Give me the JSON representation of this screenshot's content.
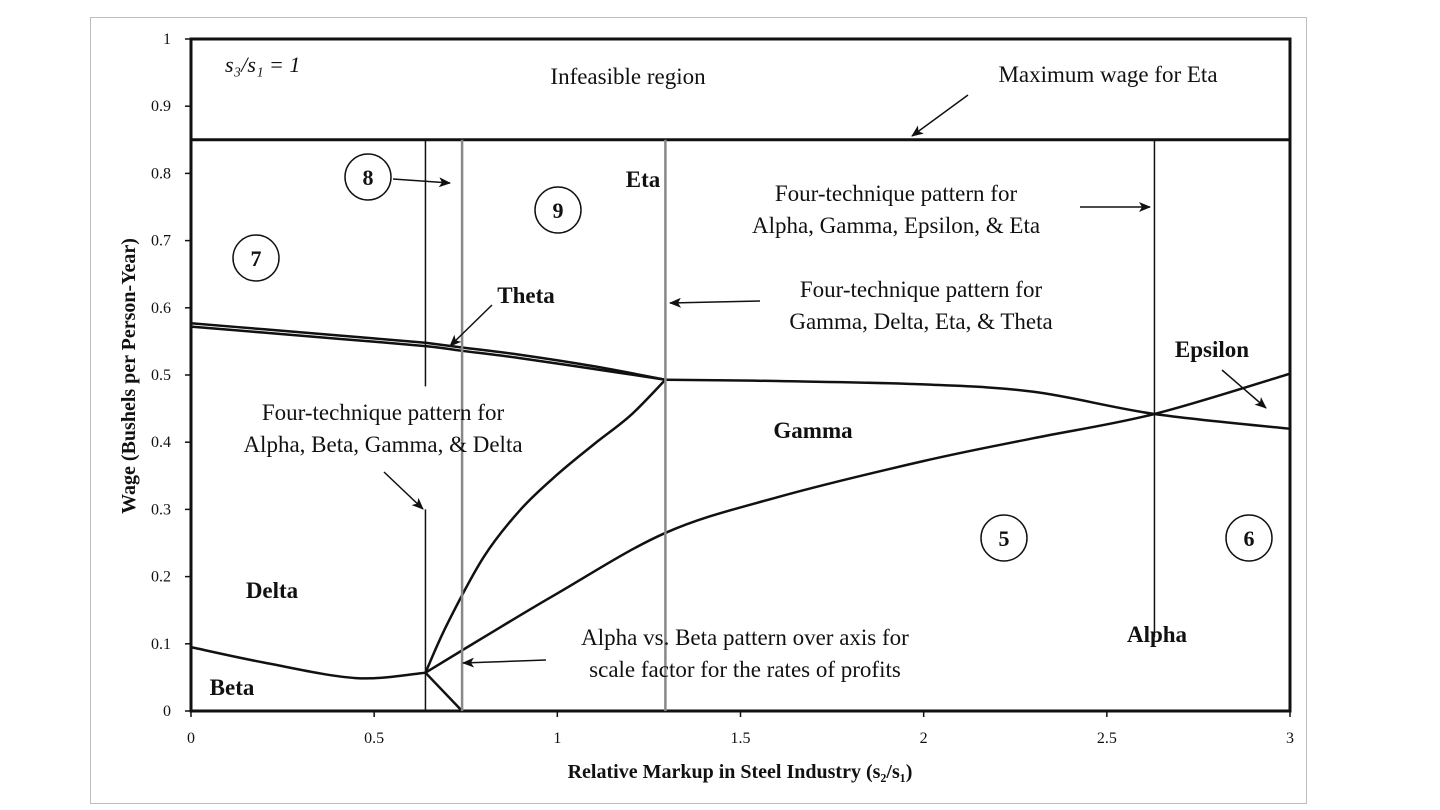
{
  "chart_data": {
    "type": "line",
    "title": "",
    "xlabel": "Relative Markup in Steel Industry (s₂/s₁)",
    "ylabel": "Wage (Bushels per Person-Year)",
    "xlim": [
      0,
      3
    ],
    "ylim": [
      0,
      1
    ],
    "xticks": [
      "0",
      "0.5",
      "1",
      "1.5",
      "2",
      "2.5",
      "3"
    ],
    "yticks": [
      "0",
      "0.1",
      "0.2",
      "0.3",
      "0.4",
      "0.5",
      "0.6",
      "0.7",
      "0.8",
      "0.9",
      "1"
    ],
    "grid": false,
    "parameter_label": "s₃/s₁ = 1",
    "series": [
      {
        "x": [
          0,
          0.2,
          0.4,
          0.64
        ],
        "values": [
          0.577,
          0.568,
          0.559,
          0.548
        ]
      },
      {
        "x": [
          0.64,
          0.74,
          0.9,
          1.1,
          1.295
        ],
        "values": [
          0.548,
          0.541,
          0.53,
          0.513,
          0.493
        ]
      },
      {
        "x": [
          0,
          0.2,
          0.4,
          0.64,
          0.74,
          0.9,
          1.1,
          1.295
        ],
        "values": [
          0.572,
          0.563,
          0.554,
          0.543,
          0.536,
          0.525,
          0.509,
          0.493
        ]
      },
      {
        "x": [
          1.295,
          1.6,
          2.0,
          2.3,
          2.63,
          3.0
        ],
        "values": [
          0.493,
          0.491,
          0.486,
          0.475,
          0.442,
          0.42
        ]
      },
      {
        "x": [
          0.64,
          0.7,
          0.8,
          0.9,
          1.0,
          1.1,
          1.2,
          1.295
        ],
        "values": [
          0.057,
          0.13,
          0.23,
          0.3,
          0.352,
          0.397,
          0.44,
          0.493
        ]
      },
      {
        "x": [
          0.64,
          0.8,
          1.0,
          1.295,
          1.6,
          2.0,
          2.3,
          2.63,
          3.0
        ],
        "values": [
          0.057,
          0.11,
          0.175,
          0.265,
          0.318,
          0.372,
          0.406,
          0.442,
          0.502
        ]
      },
      {
        "x": [
          0,
          0.2,
          0.45,
          0.64
        ],
        "values": [
          0.095,
          0.072,
          0.049,
          0.057
        ]
      },
      {
        "x": [
          0.64,
          0.74
        ],
        "values": [
          0.057,
          0.0
        ]
      },
      {
        "x": [
          0,
          3
        ],
        "values": [
          0.85,
          0.85
        ]
      }
    ],
    "vertical_lines": [
      {
        "x": 0.64,
        "from": 0.483,
        "to": 0.85,
        "color": "#111111"
      },
      {
        "x": 0.64,
        "from": 0.0,
        "to": 0.3,
        "color": "#111111"
      },
      {
        "x": 0.74,
        "from": 0.0,
        "to": 0.85,
        "color": "#888888"
      },
      {
        "x": 1.295,
        "from": 0.0,
        "to": 0.85,
        "color": "#888888"
      },
      {
        "x": 2.63,
        "from": 0.11,
        "to": 0.85,
        "color": "#111111"
      }
    ],
    "regions": [
      "Beta",
      "Delta",
      "Theta",
      "Eta",
      "Gamma",
      "Alpha",
      "Epsilon"
    ],
    "circled_numbers": [
      "5",
      "6",
      "7",
      "8",
      "9"
    ],
    "annotations": [
      "Infeasible region",
      "Maximum wage for Eta",
      "Four-technique pattern for",
      "Alpha, Gamma, Epsilon, & Eta",
      "Four-technique pattern for",
      "Gamma, Delta, Eta, & Theta",
      "Four-technique pattern for",
      "Alpha, Beta, Gamma, & Delta",
      "Alpha vs. Beta pattern over axis for",
      "scale factor for the rates of profits"
    ]
  },
  "colors": {
    "line": "#111111",
    "gray_line": "#888888",
    "frame": "#bdbdbd"
  }
}
